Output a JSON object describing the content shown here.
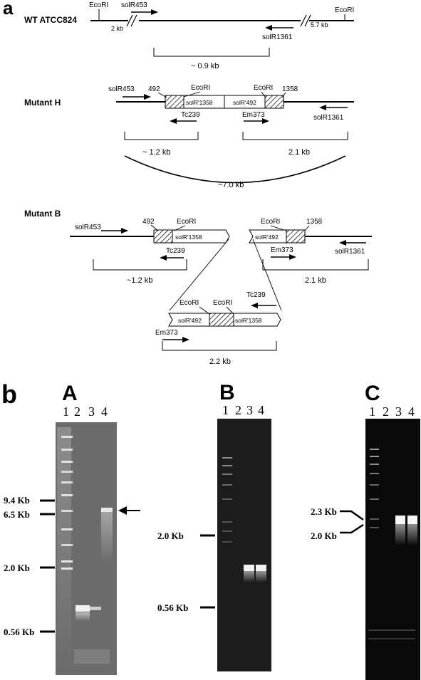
{
  "panel_a": {
    "letter": "a",
    "wt": {
      "title": "WT ATCC824",
      "ecori_left": "EcoRI",
      "ecori_right": "EcoRI",
      "gap_left": "2 kb",
      "gap_right": "5.7 kb",
      "primer_fwd": "solR453",
      "primer_rev": "solR1361",
      "span": "~ 0.9 kb"
    },
    "mutant_h": {
      "title": "Mutant H",
      "primer_fwd": "solR453",
      "pos_left": "492",
      "ecori_1": "EcoRI",
      "ecori_2": "EcoRI",
      "pos_right": "1358",
      "box_1": "solR'1358",
      "box_2": "solR'492",
      "primer_rev": "solR1361",
      "tc": "Tc239",
      "em": "Em373",
      "span_left": "~ 1.2 kb",
      "span_right": "2.1 kb",
      "span_total": "~7.0 kb"
    },
    "mutant_b": {
      "title": "Mutant B",
      "primer_fwd": "solR453",
      "pos_left": "492",
      "ecori_left": "EcoRI",
      "box_left": "solR'1358",
      "tc_left": "Tc239",
      "span_left": "~1.2 kb",
      "ecori_right": "EcoRI",
      "pos_right": "1358",
      "box_right": "solR'492",
      "em_right": "Em373",
      "primer_rev": "solR1361",
      "span_right": "2.1 kb",
      "ins_ecori_1": "EcoRI",
      "ins_ecori_2": "EcoRI",
      "ins_tc": "Tc239",
      "ins_box_1": "solR'492",
      "ins_box_2": "solR'1358",
      "ins_em": "Em373",
      "ins_span": "2.2 kb"
    }
  },
  "panel_b": {
    "letter": "b",
    "gel_a": {
      "label": "A",
      "lanes": [
        "1",
        "2",
        "3",
        "4"
      ],
      "markers": [
        "9.4 Kb",
        "6.5 Kb",
        "2.0 Kb",
        "0.56 Kb"
      ]
    },
    "gel_b": {
      "label": "B",
      "lanes": [
        "1",
        "2",
        "3",
        "4"
      ],
      "markers": [
        "2.0 Kb",
        "0.56 Kb"
      ]
    },
    "gel_c": {
      "label": "C",
      "lanes": [
        "1",
        "2",
        "3",
        "4"
      ],
      "markers": [
        "2.3 Kb",
        "2.0 Kb"
      ]
    }
  }
}
